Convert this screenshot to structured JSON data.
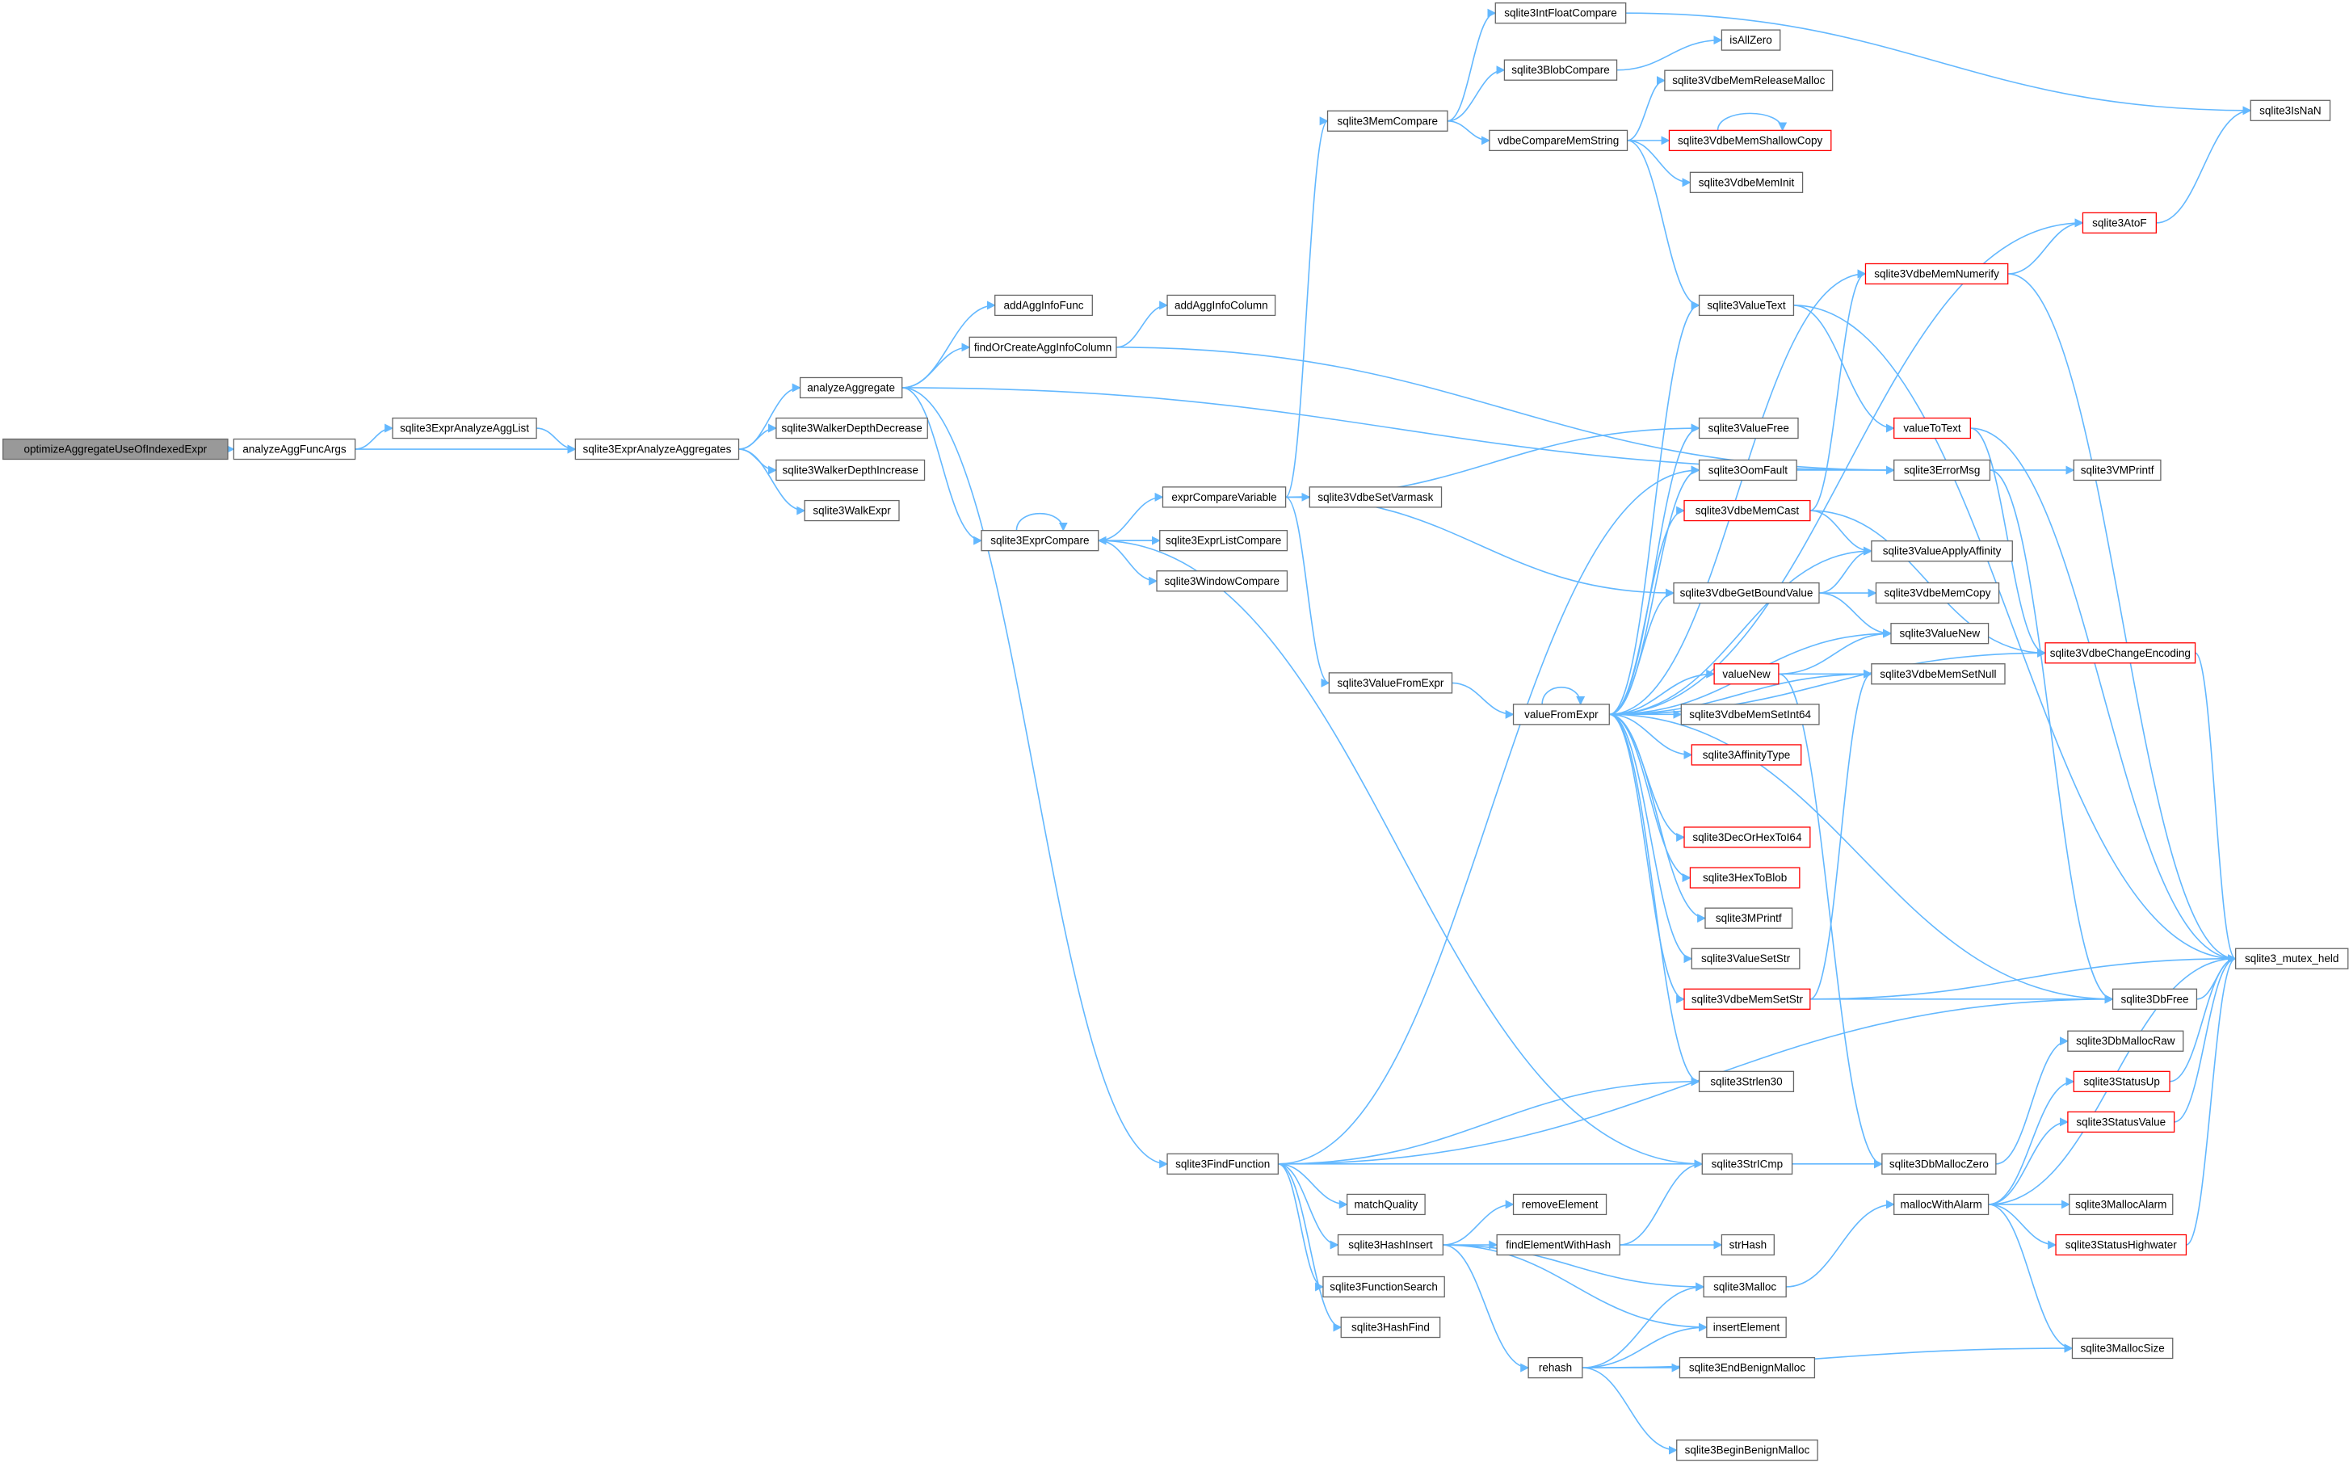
{
  "graph": {
    "title": "",
    "colors": {
      "edge": "#63b8ff",
      "node_border": "#666666",
      "node_border_truncated": "#ff0000",
      "root_fill": "#999999",
      "node_fill": "#ffffff",
      "text": "#000000"
    },
    "root": "optimizeAggregateUseOfIndexedExpr",
    "nodes": [
      {
        "id": "optimizeAggregateUseOfIndexedExpr",
        "label": "optimizeAggregateUseOfIndexedExpr",
        "kind": "root"
      },
      {
        "id": "analyzeAggFuncArgs",
        "label": "analyzeAggFuncArgs"
      },
      {
        "id": "sqlite3ExprAnalyzeAggList",
        "label": "sqlite3ExprAnalyzeAggList"
      },
      {
        "id": "sqlite3ExprAnalyzeAggregates",
        "label": "sqlite3ExprAnalyzeAggregates"
      },
      {
        "id": "analyzeAggregate",
        "label": "analyzeAggregate"
      },
      {
        "id": "sqlite3WalkerDepthDecrease",
        "label": "sqlite3WalkerDepthDecrease"
      },
      {
        "id": "sqlite3WalkerDepthIncrease",
        "label": "sqlite3WalkerDepthIncrease"
      },
      {
        "id": "sqlite3WalkExpr",
        "label": "sqlite3WalkExpr"
      },
      {
        "id": "addAggInfoFunc",
        "label": "addAggInfoFunc"
      },
      {
        "id": "findOrCreateAggInfoColumn",
        "label": "findOrCreateAggInfoColumn"
      },
      {
        "id": "addAggInfoColumn",
        "label": "addAggInfoColumn"
      },
      {
        "id": "sqlite3ExprCompare",
        "label": "sqlite3ExprCompare"
      },
      {
        "id": "exprCompareVariable",
        "label": "exprCompareVariable"
      },
      {
        "id": "sqlite3ExprListCompare",
        "label": "sqlite3ExprListCompare"
      },
      {
        "id": "sqlite3WindowCompare",
        "label": "sqlite3WindowCompare"
      },
      {
        "id": "sqlite3VdbeSetVarmask",
        "label": "sqlite3VdbeSetVarmask"
      },
      {
        "id": "sqlite3ValueFromExpr",
        "label": "sqlite3ValueFromExpr"
      },
      {
        "id": "sqlite3MemCompare",
        "label": "sqlite3MemCompare"
      },
      {
        "id": "sqlite3IntFloatCompare",
        "label": "sqlite3IntFloatCompare"
      },
      {
        "id": "sqlite3BlobCompare",
        "label": "sqlite3BlobCompare"
      },
      {
        "id": "vdbeCompareMemString",
        "label": "vdbeCompareMemString"
      },
      {
        "id": "isAllZero",
        "label": "isAllZero"
      },
      {
        "id": "sqlite3VdbeMemReleaseMalloc",
        "label": "sqlite3VdbeMemReleaseMalloc"
      },
      {
        "id": "sqlite3VdbeMemShallowCopy",
        "label": "sqlite3VdbeMemShallowCopy",
        "kind": "truncated"
      },
      {
        "id": "sqlite3VdbeMemInit",
        "label": "sqlite3VdbeMemInit"
      },
      {
        "id": "sqlite3IsNaN",
        "label": "sqlite3IsNaN"
      },
      {
        "id": "sqlite3AtoF",
        "label": "sqlite3AtoF",
        "kind": "truncated"
      },
      {
        "id": "sqlite3VdbeMemNumerify",
        "label": "sqlite3VdbeMemNumerify",
        "kind": "truncated"
      },
      {
        "id": "sqlite3ValueText",
        "label": "sqlite3ValueText"
      },
      {
        "id": "valueToText",
        "label": "valueToText",
        "kind": "truncated"
      },
      {
        "id": "sqlite3ValueFree",
        "label": "sqlite3ValueFree"
      },
      {
        "id": "sqlite3OomFault",
        "label": "sqlite3OomFault"
      },
      {
        "id": "sqlite3ErrorMsg",
        "label": "sqlite3ErrorMsg"
      },
      {
        "id": "sqlite3VMPrintf",
        "label": "sqlite3VMPrintf"
      },
      {
        "id": "sqlite3VdbeMemCast",
        "label": "sqlite3VdbeMemCast",
        "kind": "truncated"
      },
      {
        "id": "sqlite3ValueApplyAffinity",
        "label": "sqlite3ValueApplyAffinity"
      },
      {
        "id": "sqlite3VdbeGetBoundValue",
        "label": "sqlite3VdbeGetBoundValue"
      },
      {
        "id": "sqlite3VdbeMemCopy",
        "label": "sqlite3VdbeMemCopy"
      },
      {
        "id": "sqlite3ValueNew",
        "label": "sqlite3ValueNew"
      },
      {
        "id": "sqlite3VdbeChangeEncoding",
        "label": "sqlite3VdbeChangeEncoding",
        "kind": "truncated"
      },
      {
        "id": "valueNew",
        "label": "valueNew",
        "kind": "truncated"
      },
      {
        "id": "sqlite3VdbeMemSetNull",
        "label": "sqlite3VdbeMemSetNull"
      },
      {
        "id": "valueFromExpr",
        "label": "valueFromExpr"
      },
      {
        "id": "sqlite3VdbeMemSetInt64",
        "label": "sqlite3VdbeMemSetInt64"
      },
      {
        "id": "sqlite3AffinityType",
        "label": "sqlite3AffinityType",
        "kind": "truncated"
      },
      {
        "id": "sqlite3DecOrHexToI64",
        "label": "sqlite3DecOrHexToI64",
        "kind": "truncated"
      },
      {
        "id": "sqlite3HexToBlob",
        "label": "sqlite3HexToBlob",
        "kind": "truncated"
      },
      {
        "id": "sqlite3MPrintf",
        "label": "sqlite3MPrintf"
      },
      {
        "id": "sqlite3ValueSetStr",
        "label": "sqlite3ValueSetStr"
      },
      {
        "id": "sqlite3VdbeMemSetStr",
        "label": "sqlite3VdbeMemSetStr",
        "kind": "truncated"
      },
      {
        "id": "sqlite3_mutex_held",
        "label": "sqlite3_mutex_held"
      },
      {
        "id": "sqlite3DbFree",
        "label": "sqlite3DbFree"
      },
      {
        "id": "sqlite3DbMallocRaw",
        "label": "sqlite3DbMallocRaw"
      },
      {
        "id": "sqlite3Strlen30",
        "label": "sqlite3Strlen30"
      },
      {
        "id": "sqlite3StatusUp",
        "label": "sqlite3StatusUp",
        "kind": "truncated"
      },
      {
        "id": "sqlite3StatusValue",
        "label": "sqlite3StatusValue",
        "kind": "truncated"
      },
      {
        "id": "sqlite3FindFunction",
        "label": "sqlite3FindFunction"
      },
      {
        "id": "sqlite3StrICmp",
        "label": "sqlite3StrICmp"
      },
      {
        "id": "sqlite3DbMallocZero",
        "label": "sqlite3DbMallocZero"
      },
      {
        "id": "matchQuality",
        "label": "matchQuality"
      },
      {
        "id": "mallocWithAlarm",
        "label": "mallocWithAlarm"
      },
      {
        "id": "sqlite3MallocAlarm",
        "label": "sqlite3MallocAlarm"
      },
      {
        "id": "removeElement",
        "label": "removeElement"
      },
      {
        "id": "sqlite3HashInsert",
        "label": "sqlite3HashInsert"
      },
      {
        "id": "findElementWithHash",
        "label": "findElementWithHash"
      },
      {
        "id": "strHash",
        "label": "strHash"
      },
      {
        "id": "sqlite3StatusHighwater",
        "label": "sqlite3StatusHighwater",
        "kind": "truncated"
      },
      {
        "id": "sqlite3FunctionSearch",
        "label": "sqlite3FunctionSearch"
      },
      {
        "id": "sqlite3Malloc",
        "label": "sqlite3Malloc"
      },
      {
        "id": "insertElement",
        "label": "insertElement"
      },
      {
        "id": "sqlite3HashFind",
        "label": "sqlite3HashFind"
      },
      {
        "id": "sqlite3MallocSize",
        "label": "sqlite3MallocSize"
      },
      {
        "id": "rehash",
        "label": "rehash"
      },
      {
        "id": "sqlite3EndBenignMalloc",
        "label": "sqlite3EndBenignMalloc"
      },
      {
        "id": "sqlite3BeginBenignMalloc",
        "label": "sqlite3BeginBenignMalloc"
      }
    ],
    "edges": [
      [
        "optimizeAggregateUseOfIndexedExpr",
        "analyzeAggFuncArgs"
      ],
      [
        "analyzeAggFuncArgs",
        "sqlite3ExprAnalyzeAggList"
      ],
      [
        "analyzeAggFuncArgs",
        "sqlite3ExprAnalyzeAggregates"
      ],
      [
        "sqlite3ExprAnalyzeAggList",
        "sqlite3ExprAnalyzeAggregates"
      ],
      [
        "sqlite3ExprAnalyzeAggregates",
        "analyzeAggregate"
      ],
      [
        "sqlite3ExprAnalyzeAggregates",
        "sqlite3WalkerDepthDecrease"
      ],
      [
        "sqlite3ExprAnalyzeAggregates",
        "sqlite3WalkerDepthIncrease"
      ],
      [
        "sqlite3ExprAnalyzeAggregates",
        "sqlite3WalkExpr"
      ],
      [
        "analyzeAggregate",
        "addAggInfoFunc"
      ],
      [
        "analyzeAggregate",
        "findOrCreateAggInfoColumn"
      ],
      [
        "analyzeAggregate",
        "sqlite3ErrorMsg"
      ],
      [
        "analyzeAggregate",
        "sqlite3ExprCompare"
      ],
      [
        "analyzeAggregate",
        "sqlite3FindFunction"
      ],
      [
        "findOrCreateAggInfoColumn",
        "addAggInfoColumn"
      ],
      [
        "findOrCreateAggInfoColumn",
        "sqlite3ErrorMsg"
      ],
      [
        "sqlite3ExprCompare",
        "sqlite3ExprCompare"
      ],
      [
        "sqlite3ExprCompare",
        "exprCompareVariable"
      ],
      [
        "sqlite3ExprCompare",
        "sqlite3ExprListCompare"
      ],
      [
        "sqlite3ExprCompare",
        "sqlite3WindowCompare"
      ],
      [
        "sqlite3ExprCompare",
        "sqlite3StrICmp"
      ],
      [
        "sqlite3ExprListCompare",
        "sqlite3ExprCompare"
      ],
      [
        "exprCompareVariable",
        "sqlite3MemCompare"
      ],
      [
        "exprCompareVariable",
        "sqlite3ValueFree"
      ],
      [
        "exprCompareVariable",
        "sqlite3VdbeSetVarmask"
      ],
      [
        "exprCompareVariable",
        "sqlite3VdbeGetBoundValue"
      ],
      [
        "exprCompareVariable",
        "sqlite3ValueFromExpr"
      ],
      [
        "sqlite3ValueFromExpr",
        "valueFromExpr"
      ],
      [
        "sqlite3MemCompare",
        "sqlite3IntFloatCompare"
      ],
      [
        "sqlite3MemCompare",
        "sqlite3BlobCompare"
      ],
      [
        "sqlite3MemCompare",
        "vdbeCompareMemString"
      ],
      [
        "sqlite3IntFloatCompare",
        "sqlite3IsNaN"
      ],
      [
        "sqlite3BlobCompare",
        "isAllZero"
      ],
      [
        "vdbeCompareMemString",
        "sqlite3VdbeMemReleaseMalloc"
      ],
      [
        "vdbeCompareMemString",
        "sqlite3VdbeMemShallowCopy"
      ],
      [
        "vdbeCompareMemString",
        "sqlite3VdbeMemInit"
      ],
      [
        "vdbeCompareMemString",
        "sqlite3ValueText"
      ],
      [
        "sqlite3VdbeMemShallowCopy",
        "sqlite3VdbeMemShallowCopy"
      ],
      [
        "sqlite3AtoF",
        "sqlite3IsNaN"
      ],
      [
        "sqlite3VdbeMemNumerify",
        "sqlite3AtoF"
      ],
      [
        "sqlite3VdbeMemNumerify",
        "sqlite3_mutex_held"
      ],
      [
        "sqlite3ValueText",
        "valueToText"
      ],
      [
        "sqlite3ValueText",
        "sqlite3_mutex_held"
      ],
      [
        "valueToText",
        "sqlite3VdbeChangeEncoding"
      ],
      [
        "valueToText",
        "sqlite3_mutex_held"
      ],
      [
        "sqlite3OomFault",
        "sqlite3ErrorMsg"
      ],
      [
        "sqlite3ErrorMsg",
        "sqlite3VMPrintf"
      ],
      [
        "sqlite3ErrorMsg",
        "sqlite3DbFree"
      ],
      [
        "sqlite3VdbeMemCast",
        "sqlite3ValueApplyAffinity"
      ],
      [
        "sqlite3VdbeMemCast",
        "sqlite3VdbeChangeEncoding"
      ],
      [
        "sqlite3VdbeMemCast",
        "sqlite3VdbeMemNumerify"
      ],
      [
        "sqlite3VdbeGetBoundValue",
        "sqlite3ValueApplyAffinity"
      ],
      [
        "sqlite3VdbeGetBoundValue",
        "sqlite3VdbeMemCopy"
      ],
      [
        "sqlite3VdbeGetBoundValue",
        "sqlite3ValueNew"
      ],
      [
        "sqlite3VdbeChangeEncoding",
        "sqlite3_mutex_held"
      ],
      [
        "valueNew",
        "sqlite3ValueNew"
      ],
      [
        "valueNew",
        "sqlite3VdbeMemSetNull"
      ],
      [
        "valueNew",
        "sqlite3DbMallocZero"
      ],
      [
        "valueFromExpr",
        "valueFromExpr"
      ],
      [
        "valueFromExpr",
        "sqlite3VdbeMemNumerify"
      ],
      [
        "valueFromExpr",
        "sqlite3AtoF"
      ],
      [
        "valueFromExpr",
        "sqlite3ValueText"
      ],
      [
        "valueFromExpr",
        "sqlite3ValueFree"
      ],
      [
        "valueFromExpr",
        "sqlite3OomFault"
      ],
      [
        "valueFromExpr",
        "sqlite3VdbeMemCast"
      ],
      [
        "valueFromExpr",
        "sqlite3ValueApplyAffinity"
      ],
      [
        "valueFromExpr",
        "sqlite3VdbeGetBoundValue"
      ],
      [
        "valueFromExpr",
        "sqlite3ValueNew"
      ],
      [
        "valueFromExpr",
        "valueNew"
      ],
      [
        "valueFromExpr",
        "sqlite3VdbeMemSetNull"
      ],
      [
        "valueFromExpr",
        "sqlite3VdbeChangeEncoding"
      ],
      [
        "valueFromExpr",
        "sqlite3VdbeMemSetInt64"
      ],
      [
        "valueFromExpr",
        "sqlite3AffinityType"
      ],
      [
        "valueFromExpr",
        "sqlite3DecOrHexToI64"
      ],
      [
        "valueFromExpr",
        "sqlite3HexToBlob"
      ],
      [
        "valueFromExpr",
        "sqlite3MPrintf"
      ],
      [
        "valueFromExpr",
        "sqlite3ValueSetStr"
      ],
      [
        "valueFromExpr",
        "sqlite3VdbeMemSetStr"
      ],
      [
        "valueFromExpr",
        "sqlite3DbFree"
      ],
      [
        "valueFromExpr",
        "sqlite3Strlen30"
      ],
      [
        "sqlite3VdbeMemSetStr",
        "sqlite3VdbeMemSetNull"
      ],
      [
        "sqlite3VdbeMemSetStr",
        "sqlite3_mutex_held"
      ],
      [
        "sqlite3VdbeMemSetStr",
        "sqlite3DbFree"
      ],
      [
        "sqlite3DbFree",
        "sqlite3_mutex_held"
      ],
      [
        "sqlite3DbMallocZero",
        "sqlite3DbMallocRaw"
      ],
      [
        "sqlite3StatusUp",
        "sqlite3_mutex_held"
      ],
      [
        "sqlite3StatusValue",
        "sqlite3_mutex_held"
      ],
      [
        "sqlite3StatusHighwater",
        "sqlite3_mutex_held"
      ],
      [
        "mallocWithAlarm",
        "sqlite3StatusUp"
      ],
      [
        "mallocWithAlarm",
        "sqlite3StatusValue"
      ],
      [
        "mallocWithAlarm",
        "sqlite3_mutex_held"
      ],
      [
        "mallocWithAlarm",
        "sqlite3MallocAlarm"
      ],
      [
        "mallocWithAlarm",
        "sqlite3StatusHighwater"
      ],
      [
        "mallocWithAlarm",
        "sqlite3MallocSize"
      ],
      [
        "sqlite3Malloc",
        "mallocWithAlarm"
      ],
      [
        "sqlite3FindFunction",
        "sqlite3OomFault"
      ],
      [
        "sqlite3FindFunction",
        "sqlite3Strlen30"
      ],
      [
        "sqlite3FindFunction",
        "sqlite3DbFree"
      ],
      [
        "sqlite3FindFunction",
        "sqlite3DbMallocZero"
      ],
      [
        "sqlite3FindFunction",
        "matchQuality"
      ],
      [
        "sqlite3FindFunction",
        "sqlite3HashInsert"
      ],
      [
        "sqlite3FindFunction",
        "sqlite3FunctionSearch"
      ],
      [
        "sqlite3FindFunction",
        "sqlite3HashFind"
      ],
      [
        "sqlite3HashInsert",
        "removeElement"
      ],
      [
        "sqlite3HashInsert",
        "findElementWithHash"
      ],
      [
        "sqlite3HashInsert",
        "sqlite3Malloc"
      ],
      [
        "sqlite3HashInsert",
        "insertElement"
      ],
      [
        "sqlite3HashInsert",
        "rehash"
      ],
      [
        "findElementWithHash",
        "sqlite3StrICmp"
      ],
      [
        "findElementWithHash",
        "strHash"
      ],
      [
        "rehash",
        "sqlite3Malloc"
      ],
      [
        "rehash",
        "insertElement"
      ],
      [
        "rehash",
        "sqlite3EndBenignMalloc"
      ],
      [
        "rehash",
        "sqlite3MallocSize"
      ],
      [
        "rehash",
        "sqlite3BeginBenignMalloc"
      ]
    ]
  }
}
